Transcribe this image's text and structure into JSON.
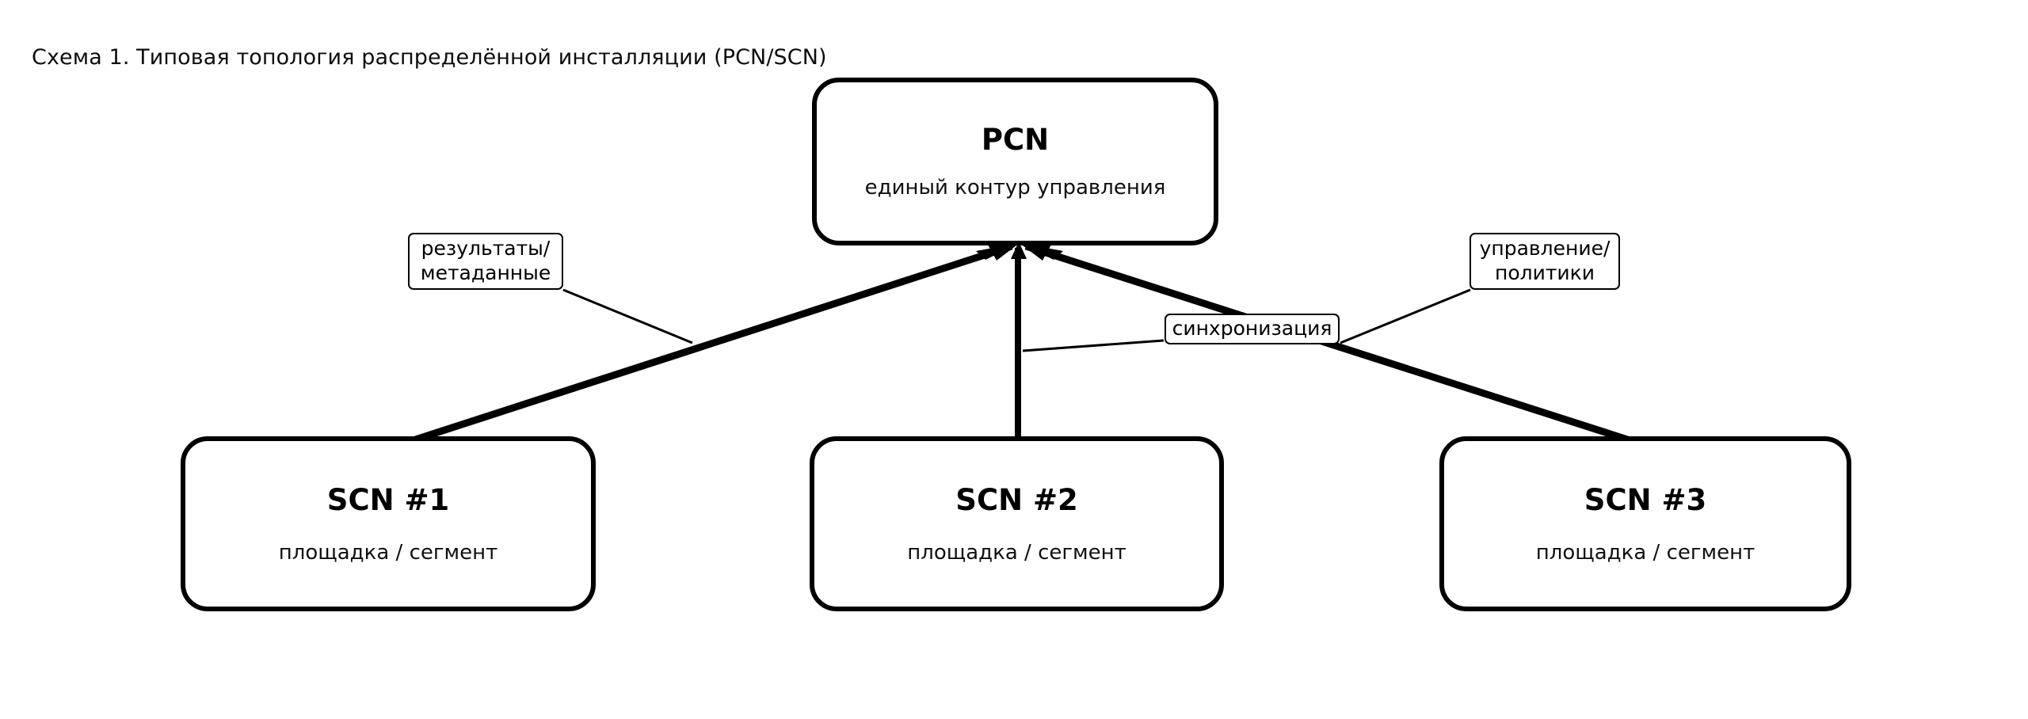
{
  "diagram": {
    "title": "Схема 1. Типовая топология распределённой инсталляции (PCN/SCN)",
    "type": "node-link-topology",
    "background_color": "#ffffff",
    "stroke_color": "#000000",
    "nodes": [
      {
        "id": "pcn",
        "title": "PCN",
        "subtitle": "единый контур управления",
        "shape": "rounded-rectangle",
        "role": "central-control-plane"
      },
      {
        "id": "scn1",
        "title": "SCN #1",
        "subtitle": "площадка / сегмент",
        "shape": "rounded-rectangle",
        "role": "site-segment"
      },
      {
        "id": "scn2",
        "title": "SCN #2",
        "subtitle": "площадка / сегмент",
        "shape": "rounded-rectangle",
        "role": "site-segment"
      },
      {
        "id": "scn3",
        "title": "SCN #3",
        "subtitle": "площадка / сегмент",
        "shape": "rounded-rectangle",
        "role": "site-segment"
      }
    ],
    "edge_labels": [
      {
        "id": "results",
        "text": "результаты/\nметаданные",
        "attached_to": "scn1-pcn"
      },
      {
        "id": "sync",
        "text": "синхронизация",
        "attached_to": "scn2-pcn"
      },
      {
        "id": "policies",
        "text": "управление/\nполитики",
        "attached_to": "scn3-pcn"
      }
    ],
    "edges": [
      {
        "from": "scn1",
        "to": "pcn",
        "arrow": "to-pcn",
        "label": "results"
      },
      {
        "from": "scn2",
        "to": "pcn",
        "arrow": "to-pcn",
        "label": "sync"
      },
      {
        "from": "scn3",
        "to": "pcn",
        "arrow": "to-pcn",
        "label": "policies"
      }
    ]
  }
}
